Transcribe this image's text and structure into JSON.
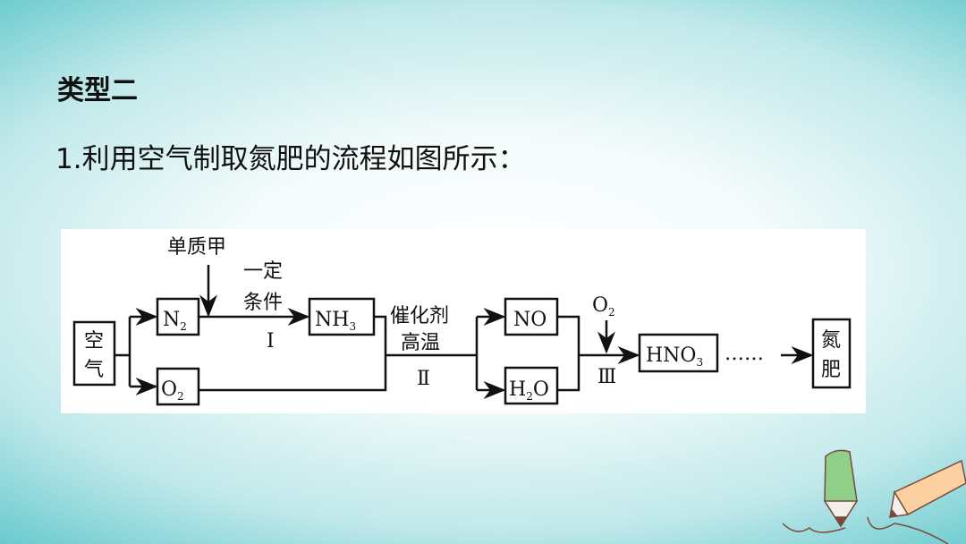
{
  "slide": {
    "heading": "类型二",
    "question": "1.利用空气制取氮肥的流程如图所示："
  },
  "diagram": {
    "air": [
      "空",
      "气"
    ],
    "n2": "N",
    "n2_sub": "2",
    "o2": "O",
    "o2_sub": "2",
    "reagent_a": "单质甲",
    "cond1_line1": "一定",
    "cond1_line2": "条件",
    "step1": "Ⅰ",
    "nh3": "NH",
    "nh3_sub": "3",
    "cond2_line1": "催化剂",
    "cond2_line2": "高温",
    "step2": "Ⅱ",
    "no": "NO",
    "h2o_h": "H",
    "h2o_sub": "2",
    "h2o_o": "O",
    "o2_in": "O",
    "o2_in_sub": "2",
    "step3": "Ⅲ",
    "hno3": "HNO",
    "hno3_sub": "3",
    "dots": "……",
    "fertilizer": [
      "氮",
      "肥"
    ]
  }
}
